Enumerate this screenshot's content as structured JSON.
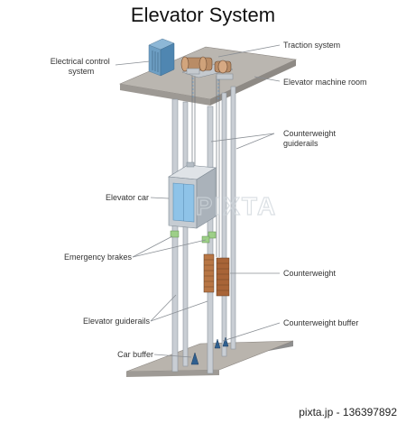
{
  "title": "Elevator System",
  "labels": {
    "electrical_control": [
      "Electrical control",
      "system"
    ],
    "traction_system": "Traction system",
    "machine_room": "Elevator machine room",
    "cw_guiderails": [
      "Counterweight",
      "guiderails"
    ],
    "elevator_car": "Elevator car",
    "emergency_brakes": "Emergency brakes",
    "counterweight": "Counterweight",
    "elevator_guiderails": "Elevator guiderails",
    "cw_buffer": "Counterweight buffer",
    "car_buffer": "Car buffer"
  },
  "watermark": "PIXTA",
  "credit": "pixta.jp - 136397892"
}
